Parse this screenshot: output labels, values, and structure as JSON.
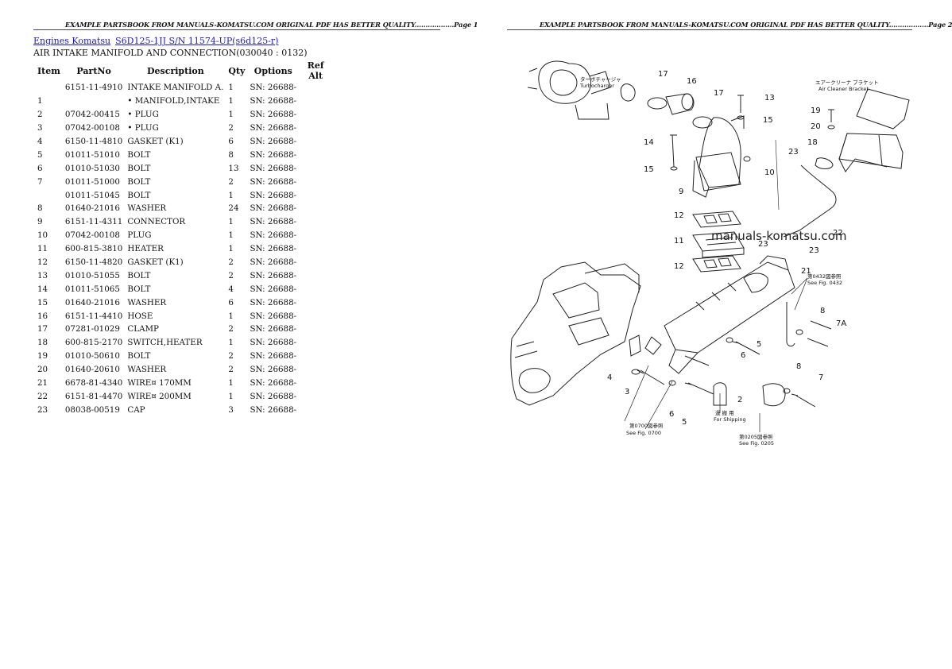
{
  "page_left": {
    "header": "EXAMPLE PARTSBOOK FROM MANUALS-KOMATSU.COM ORIGINAL PDF HAS BETTER QUALITY..................Page 1"
  },
  "page_right": {
    "header": "EXAMPLE PARTSBOOK FROM MANUALS-KOMATSU.COM ORIGINAL PDF HAS BETTER QUALITY..................Page 2"
  },
  "breadcrumb": {
    "link1": "Engines Komatsu",
    "link2": "S6D125-1JJ S/N 11574-UP(s6d125-r)"
  },
  "subtitle": "AIR INTAKE MANIFOLD AND CONNECTION(030040 : 0132)",
  "table": {
    "headers": [
      "Item",
      "PartNo",
      "Description",
      "Qty",
      "Options",
      "Ref Alt"
    ],
    "rows": [
      [
        "",
        "6151-11-4910",
        "INTAKE MANIFOLD A.",
        "1",
        "SN: 26688-",
        ""
      ],
      [
        "1",
        "",
        "• MANIFOLD,INTAKE",
        "1",
        "SN: 26688-",
        ""
      ],
      [
        "2",
        "07042-00415",
        "• PLUG",
        "1",
        "SN: 26688-",
        ""
      ],
      [
        "3",
        "07042-00108",
        "• PLUG",
        "2",
        "SN: 26688-",
        ""
      ],
      [
        "4",
        "6150-11-4810",
        "GASKET (K1)",
        "6",
        "SN: 26688-",
        ""
      ],
      [
        "5",
        "01011-51010",
        "BOLT",
        "8",
        "SN: 26688-",
        ""
      ],
      [
        "6",
        "01010-51030",
        "BOLT",
        "13",
        "SN: 26688-",
        ""
      ],
      [
        "7",
        "01011-51000",
        "BOLT",
        "2",
        "SN: 26688-",
        ""
      ],
      [
        "",
        "01011-51045",
        "BOLT",
        "1",
        "SN: 26688-",
        ""
      ],
      [
        "8",
        "01640-21016",
        "WASHER",
        "24",
        "SN: 26688-",
        ""
      ],
      [
        "9",
        "6151-11-4311",
        "CONNECTOR",
        "1",
        "SN: 26688-",
        ""
      ],
      [
        "10",
        "07042-00108",
        "PLUG",
        "1",
        "SN: 26688-",
        ""
      ],
      [
        "11",
        "600-815-3810",
        "HEATER",
        "1",
        "SN: 26688-",
        ""
      ],
      [
        "12",
        "6150-11-4820",
        "GASKET (K1)",
        "2",
        "SN: 26688-",
        ""
      ],
      [
        "13",
        "01010-51055",
        "BOLT",
        "2",
        "SN: 26688-",
        ""
      ],
      [
        "14",
        "01011-51065",
        "BOLT",
        "4",
        "SN: 26688-",
        ""
      ],
      [
        "15",
        "01640-21016",
        "WASHER",
        "6",
        "SN: 26688-",
        ""
      ],
      [
        "16",
        "6151-11-4410",
        "HOSE",
        "1",
        "SN: 26688-",
        ""
      ],
      [
        "17",
        "07281-01029",
        "CLAMP",
        "2",
        "SN: 26688-",
        ""
      ],
      [
        "18",
        "600-815-2170",
        "SWITCH,HEATER",
        "1",
        "SN: 26688-",
        ""
      ],
      [
        "19",
        "01010-50610",
        "BOLT",
        "2",
        "SN: 26688-",
        ""
      ],
      [
        "20",
        "01640-20610",
        "WASHER",
        "2",
        "SN: 26688-",
        ""
      ],
      [
        "21",
        "6678-81-4340",
        "WIRE¤ 170MM",
        "1",
        "SN: 26688-",
        ""
      ],
      [
        "22",
        "6151-81-4470",
        "WIRE¤ 200MM",
        "1",
        "SN: 26688-",
        ""
      ],
      [
        "23",
        "08038-00519",
        "CAP",
        "3",
        "SN: 26688-",
        ""
      ]
    ]
  },
  "diagram": {
    "watermark": "manuals-komatsu.com",
    "callouts": [
      "17",
      "16",
      "17",
      "13",
      "15",
      "14",
      "15",
      "10",
      "9",
      "19",
      "20",
      "18",
      "23",
      "12",
      "11",
      "23",
      "12",
      "22",
      "23",
      "21",
      "8",
      "7A",
      "5",
      "6",
      "4",
      "3",
      "6",
      "5",
      "2",
      "8",
      "7"
    ],
    "notes": {
      "turbo_jp": "ターボチャージャ",
      "turbo_en": "Turbocharger",
      "bracket_jp": "エアークリーナ ブラケット",
      "bracket_en": "Air Cleaner Bracket",
      "see_0432_jp": "第0432図参照",
      "see_0432_en": "See Fig. 0432",
      "see_0700_jp": "第0700図参照",
      "see_0700_en": "See Fig. 0700",
      "shipping_jp": "運 搬 用",
      "shipping_en": "For Shipping",
      "see_0205_jp": "第0205図参照",
      "see_0205_en": "See Fig. 0205"
    }
  }
}
